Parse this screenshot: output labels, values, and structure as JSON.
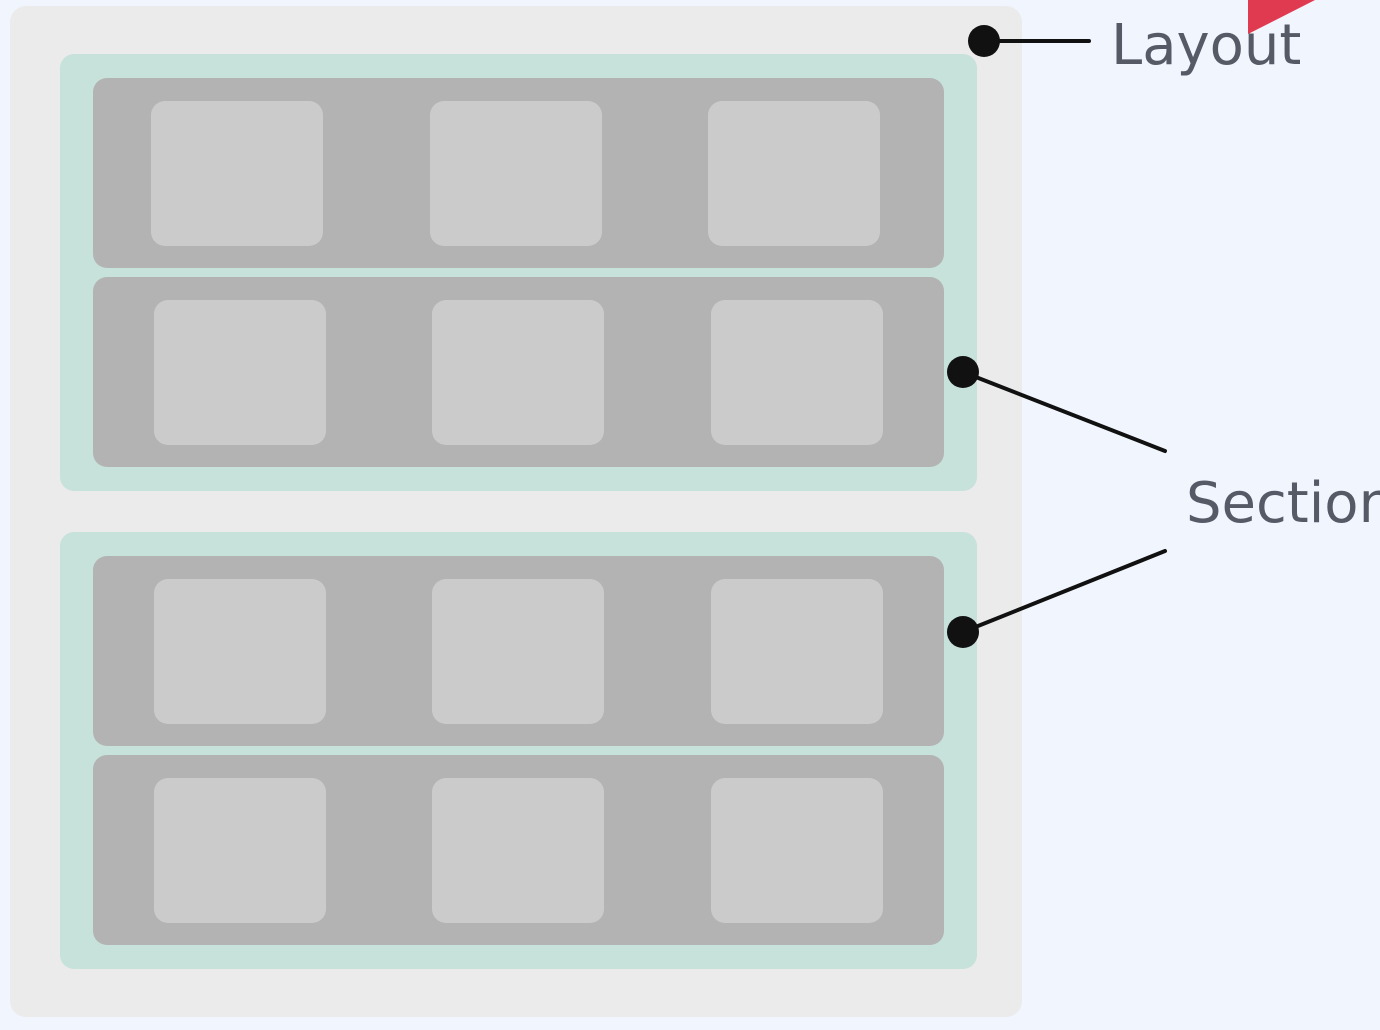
{
  "labels": {
    "layout": "Layout",
    "section": "Section"
  },
  "colors": {
    "background": "#f1f5fd",
    "layout": "#ebebeb",
    "section": "#c7e1db",
    "row": "#b3b3b3",
    "cell": "#cbcbcb",
    "connector": "#111111",
    "accent": "#e03a50",
    "label": "#555a66"
  },
  "structure": {
    "sections": 2,
    "rows_per_section": 2,
    "cells_per_row": 3
  }
}
